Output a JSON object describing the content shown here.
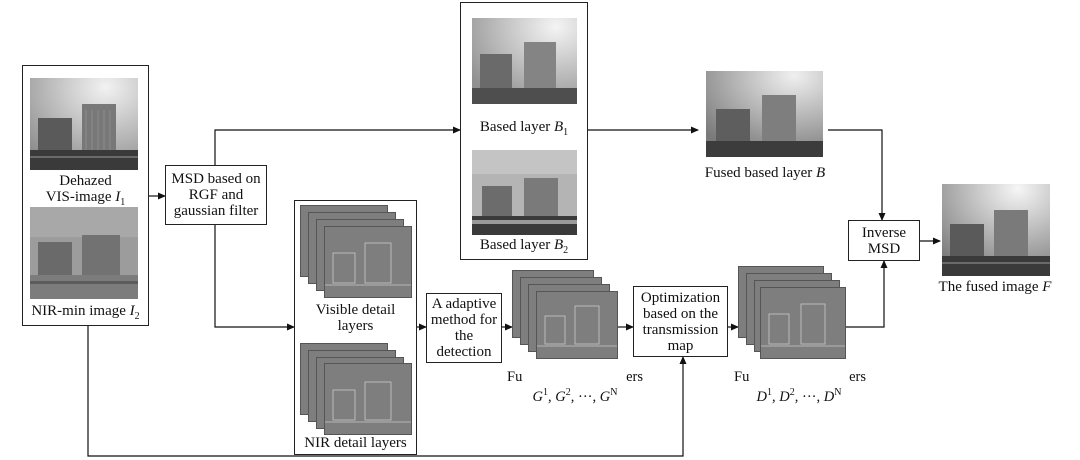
{
  "input_group": {
    "vis_label_line1": "Dehazed",
    "vis_label_line2": "VIS-image ",
    "vis_symbol": "I",
    "vis_sub": "1",
    "nir_label": "NIR-min image ",
    "nir_symbol": "I",
    "nir_sub": "2"
  },
  "msd_box": {
    "line1": "MSD based on",
    "line2": "RGF and",
    "line3": "gaussian filter"
  },
  "base_group": {
    "b1_label": "Based layer ",
    "b1_symbol": "B",
    "b1_sub": "1",
    "b2_label": "Based layer ",
    "b2_symbol": "B",
    "b2_sub": "2"
  },
  "fused_base": {
    "label": "Fused based layer ",
    "symbol": "B"
  },
  "detail_group": {
    "visible_line1": "Visible detail",
    "visible_line2": "layers",
    "nir_label": "NIR detail layers"
  },
  "adaptive_box": {
    "line1": "A adaptive",
    "line2": "method for",
    "line3": "the",
    "line4": "detection"
  },
  "g_layers": {
    "left_text": "Fu",
    "right_text": "ers",
    "seq_symbol": "G",
    "s1": "1",
    "s2": "2",
    "sN": "N",
    "comma": ", ",
    "ellipsis": "···"
  },
  "optimization_box": {
    "line1": "Optimization",
    "line2": "based on the",
    "line3": "transmission",
    "line4": "map"
  },
  "d_layers": {
    "left_text": "Fu",
    "right_text": "ers",
    "seq_symbol": "D",
    "s1": "1",
    "s2": "2",
    "sN": "N",
    "comma": ", ",
    "ellipsis": "···"
  },
  "inverse_box": {
    "line1": "Inverse",
    "line2": "MSD"
  },
  "output": {
    "label": "The fused image ",
    "symbol": "F"
  }
}
